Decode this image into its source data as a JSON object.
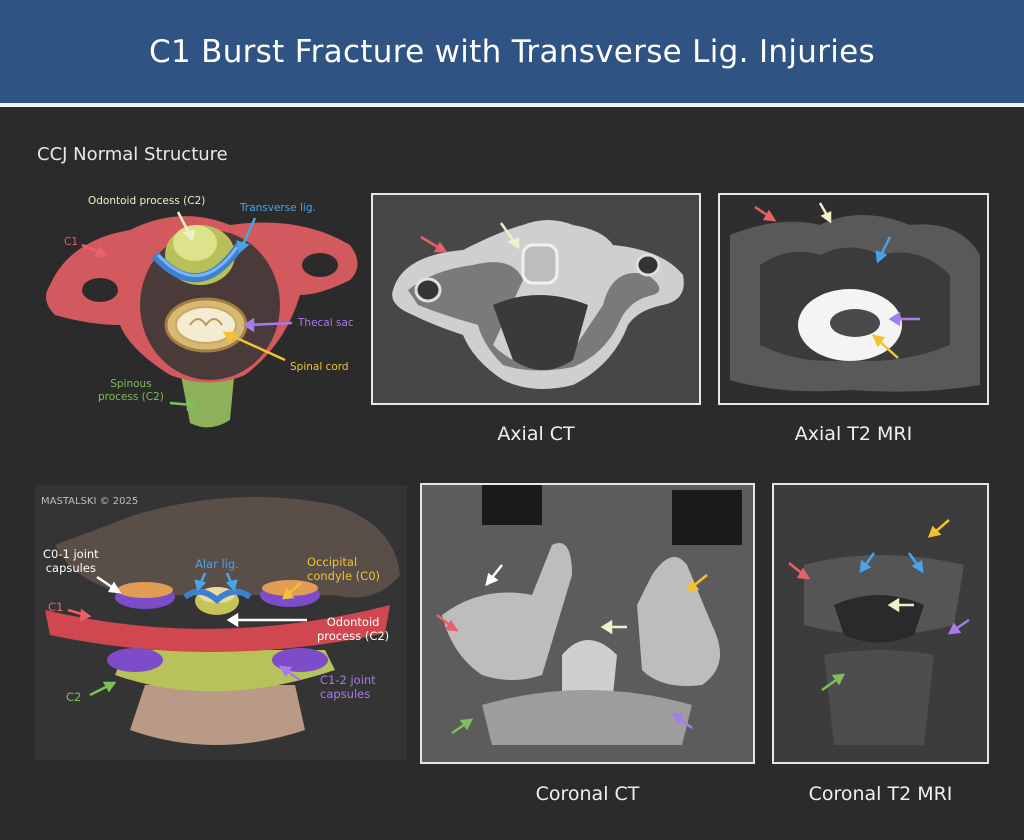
{
  "title": "C1 Burst Fracture with Transverse Lig. Injuries",
  "section": "CCJ Normal Structure",
  "panels": {
    "axial_ct": "Axial CT",
    "axial_mri": "Axial T2 MRI",
    "coronal_ct": "Coronal CT",
    "coronal_mri": "Coronal T2 MRI"
  },
  "axial_labels": {
    "c1": "C1",
    "odontoid": "Odontoid process (C2)",
    "transverse": "Transverse lig.",
    "thecal": "Thecal sac",
    "cord": "Spinal cord",
    "spinous": "Spinous\nprocess (C2)"
  },
  "coronal_labels": {
    "copyright": "MASTALSKI  © 2025",
    "c01": "C0-1 joint\ncapsules",
    "alar": "Alar lig.",
    "occipital": "Occipital\ncondyle (C0)",
    "c1": "C1",
    "odontoid": "Odontoid\nprocess (C2)",
    "c12": "C1-2 joint\ncapsules",
    "c2": "C2"
  },
  "colors": {
    "header": "#2f5383",
    "red": "#e8606a",
    "cream": "#f2f0c8",
    "blue": "#4aa3e6",
    "purple": "#a77bea",
    "yellow": "#f2c233",
    "green": "#7fbf5a",
    "white": "#ffffff"
  }
}
